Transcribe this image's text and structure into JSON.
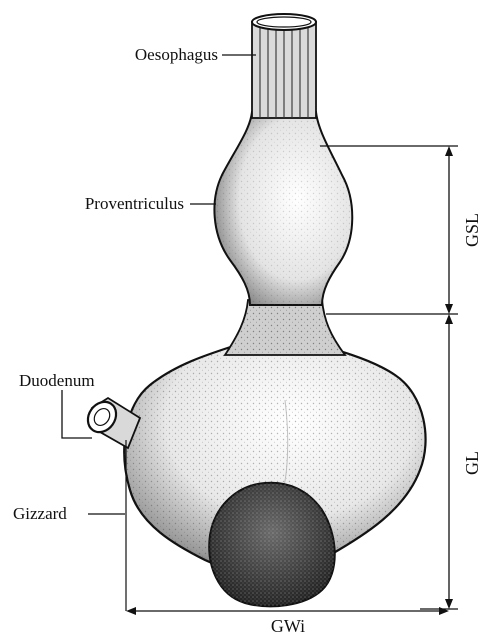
{
  "figure": {
    "labels": {
      "oesophagus": "Oesophagus",
      "proventriculus": "Proventriculus",
      "duodenum": "Duodenum",
      "gizzard": "Gizzard"
    },
    "measurements": {
      "gsl": "GSL",
      "gl": "GL",
      "gwi": "GWi"
    },
    "colors": {
      "ink": "#111111",
      "paper": "#ffffff"
    }
  }
}
